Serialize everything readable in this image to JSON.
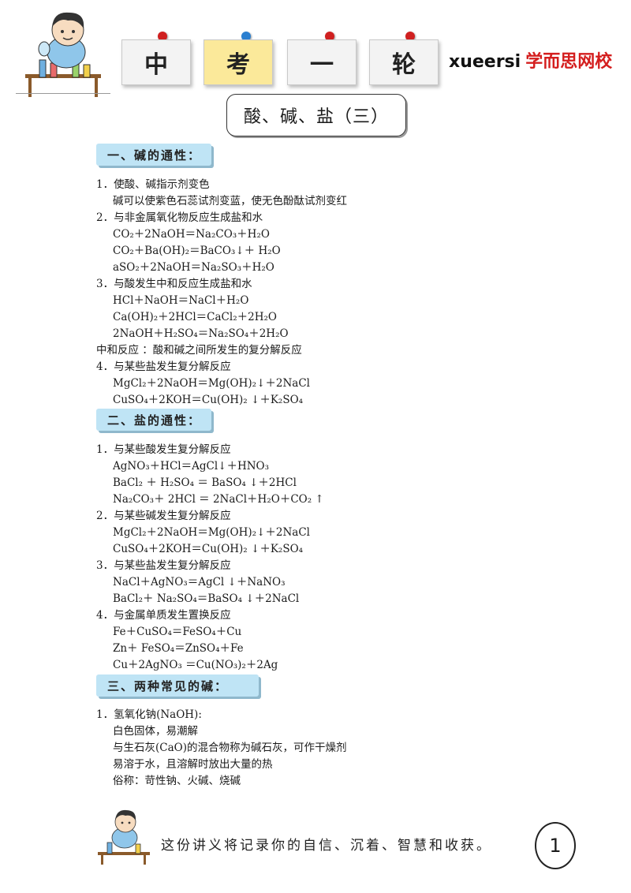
{
  "header": {
    "notes": [
      "中",
      "考",
      "一",
      "轮"
    ],
    "brand_en": "xueersi",
    "brand_cn": "学而思网校",
    "title": "酸、碱、盐（三）"
  },
  "sections": [
    {
      "heading": "一、碱的通性："
    },
    {
      "heading": "二、盐的通性："
    },
    {
      "heading": "三、两种常见的碱："
    }
  ],
  "s1": {
    "l1": "1．使酸、碱指示剂变色",
    "l2": "碱可以使紫色石蕊试剂变蓝，使无色酚酞试剂变红",
    "l3": "2．与非金属氧化物反应生成盐和水",
    "l4": "CO₂＋2NaOH＝Na₂CO₃＋H₂O",
    "l5": "CO₂＋Ba(OH)₂＝BaCO₃↓＋  H₂O",
    "l6": "aSO₂＋2NaOH＝Na₂SO₃＋H₂O",
    "l7": "3．与酸发生中和反应生成盐和水",
    "l8": "HCl＋NaOH＝NaCl＋H₂O",
    "l9": "Ca(OH)₂＋2HCl＝CaCl₂＋2H₂O",
    "l10": "2NaOH＋H₂SO₄＝Na₂SO₄＋2H₂O",
    "l11": "中和反应 ：酸和碱之间所发生的复分解反应",
    "l12": "4．与某些盐发生复分解反应",
    "l13": "MgCl₂＋2NaOH＝Mg(OH)₂↓＋2NaCl",
    "l14": "CuSO₄＋2KOH＝Cu(OH)₂ ↓＋K₂SO₄"
  },
  "s2": {
    "l1": "1．与某些酸发生复分解反应",
    "l2": "AgNO₃＋HCl＝AgCl↓＋HNO₃",
    "l3": "BaCl₂ ＋  H₂SO₄ ＝  BaSO₄ ↓＋2HCl",
    "l4": "Na₂CO₃＋  2HCl  ＝ 2NaCl＋H₂O＋CO₂ ↑",
    "l5": "2．与某些碱发生复分解反应",
    "l6": "MgCl₂＋2NaOH＝Mg(OH)₂↓＋2NaCl",
    "l7": "CuSO₄＋2KOH＝Cu(OH)₂ ↓＋K₂SO₄",
    "l8": "3．与某些盐发生复分解反应",
    "l9": "NaCl＋AgNO₃＝AgCl  ↓＋NaNO₃",
    "l10": "BaCl₂＋  Na₂SO₄＝BaSO₄ ↓＋2NaCl",
    "l11": "4．与金属单质发生置换反应",
    "l12": "Fe＋CuSO₄＝FeSO₄＋Cu",
    "l13": "Zn＋  FeSO₄＝ZnSO₄＋Fe",
    "l14": "Cu＋2AgNO₃ ＝Cu(NO₃)₂＋2Ag"
  },
  "s3": {
    "l1": "1．氢氧化钠(NaOH):",
    "l2": "白色固体，易潮解",
    "l3": "与生石灰(CaO)的混合物称为碱石灰，可作干燥剂",
    "l4": "易溶于水，且溶解时放出大量的热",
    "l5": "俗称：苛性钠、火碱、烧碱"
  },
  "footer": {
    "text": "这份讲义将记录你的自信、沉着、智慧和收获。",
    "page": "1"
  },
  "colors": {
    "section_bg": "#bfe4f5",
    "note_yellow": "#fbe99a",
    "brand_red": "#d41e1e"
  }
}
